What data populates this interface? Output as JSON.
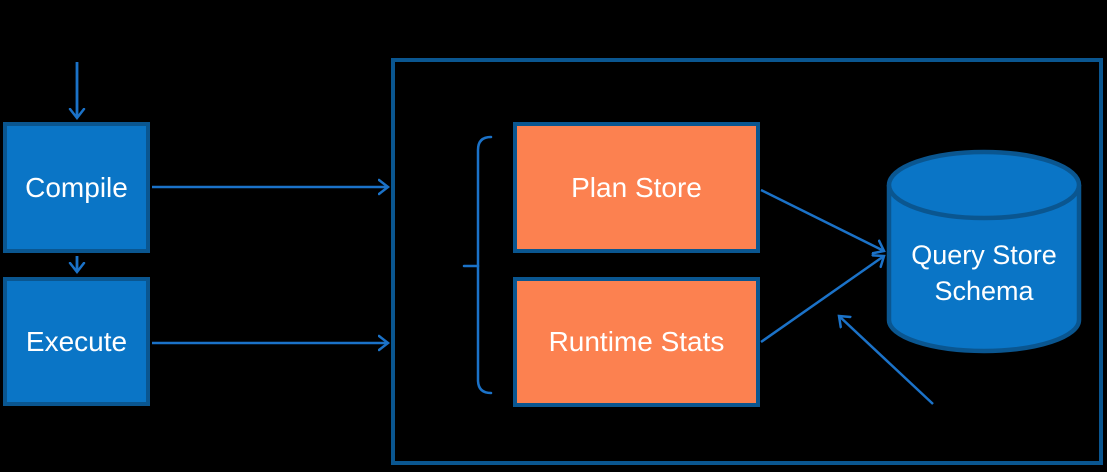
{
  "diagram": {
    "title": "Query Store data flow diagram",
    "nodes": {
      "compile": {
        "label": "Compile",
        "shape": "rect",
        "fill": "#0A75C6"
      },
      "execute": {
        "label": "Execute",
        "shape": "rect",
        "fill": "#0A75C6"
      },
      "plan_store": {
        "label": "Plan Store",
        "shape": "rect",
        "fill": "#FC8150"
      },
      "runtime_stats": {
        "label": "Runtime Stats",
        "shape": "rect",
        "fill": "#FC8150"
      },
      "query_store_schema": {
        "label": "Query Store Schema",
        "shape": "cylinder",
        "fill": "#0A75C6"
      }
    },
    "container": {
      "description": "large bordered box grouping Plan Store, Runtime Stats and Query Store Schema"
    },
    "edges": [
      {
        "from": "offscreen-top",
        "to": "compile"
      },
      {
        "from": "compile",
        "to": "execute"
      },
      {
        "from": "compile",
        "to": "container"
      },
      {
        "from": "execute",
        "to": "container"
      },
      {
        "from": "plan_store",
        "to": "query_store_schema"
      },
      {
        "from": "runtime_stats",
        "to": "query_store_schema"
      },
      {
        "from": "offscreen-bottom-right",
        "to": "query_store_schema"
      }
    ],
    "brace": {
      "side": "left-of-plan-store-and-runtime-stats",
      "style": "curly"
    },
    "colors": {
      "background": "#000000",
      "blue_fill": "#0A75C6",
      "orange_fill": "#FC8150",
      "border_blue": "#0A5690",
      "arrow_blue": "#1B72C8",
      "text": "#FFFFFF"
    }
  }
}
